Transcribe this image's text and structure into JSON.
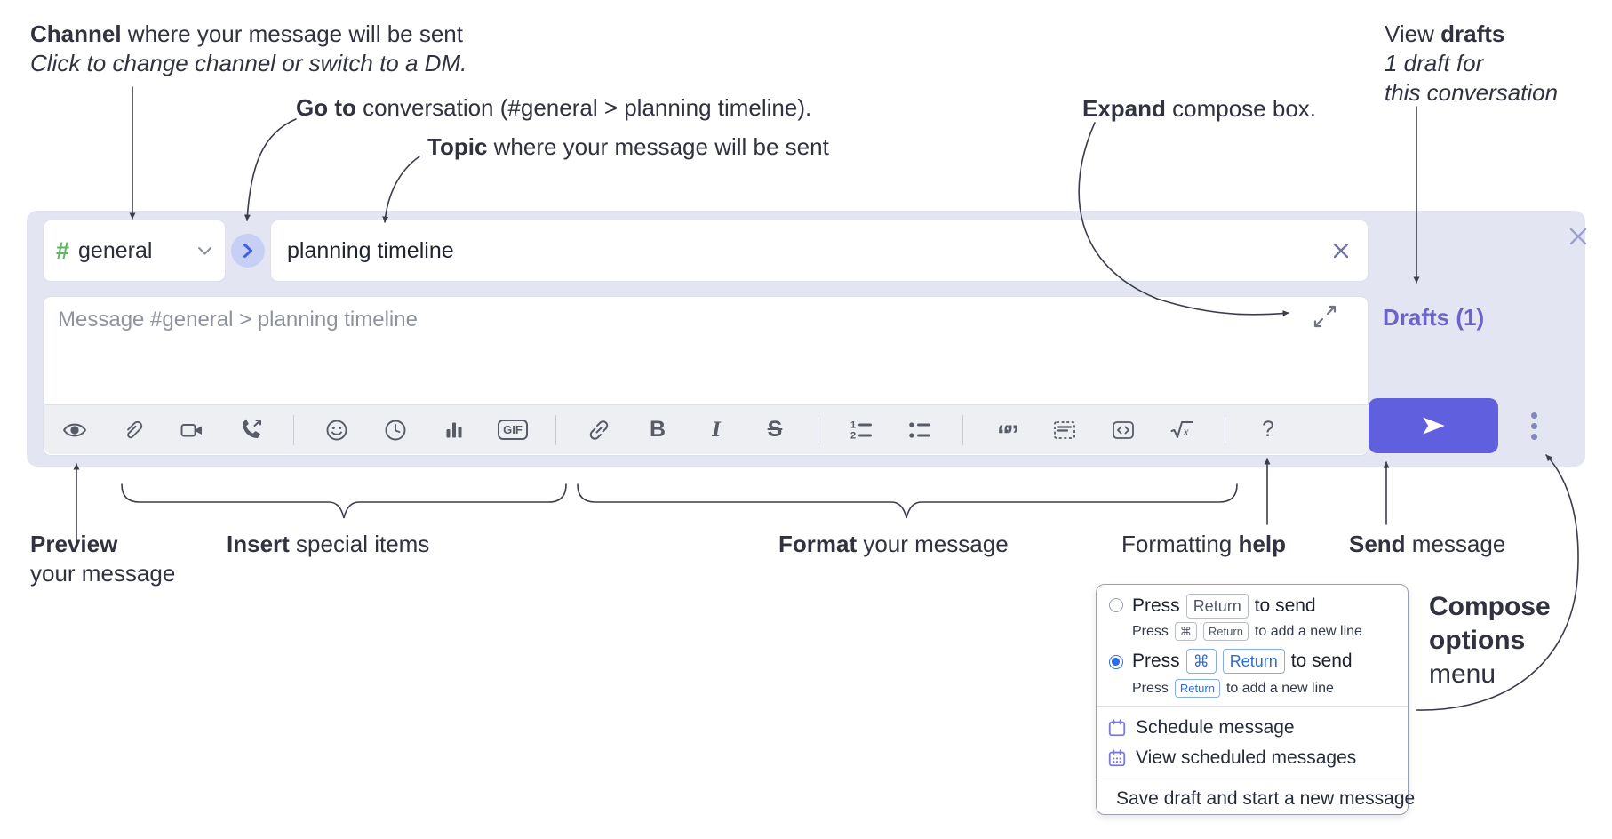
{
  "annotations": {
    "channel": {
      "bold": "Channel",
      "rest": " where your message will be sent",
      "line2": "Click to change channel or switch to a DM."
    },
    "goto": {
      "bold": "Go to",
      "rest": " conversation (#general > planning timeline)."
    },
    "topic": {
      "bold": "Topic",
      "rest": " where your message will be sent"
    },
    "expand": {
      "bold": "Expand",
      "rest": " compose box."
    },
    "view_drafts": {
      "pre": "View ",
      "bold": "drafts",
      "line2": "1 draft for",
      "line3": "this conversation"
    },
    "preview": {
      "bold": "Preview",
      "line2": "your message"
    },
    "insert": {
      "bold": "Insert",
      "rest": " special items"
    },
    "format": {
      "bold": "Format",
      "rest": " your message"
    },
    "help": {
      "pre": "Formatting ",
      "bold": "help"
    },
    "send": {
      "bold": "Send",
      "rest": " message"
    },
    "compose_options": {
      "line1": "Compose",
      "line2": "options",
      "line3": "menu"
    }
  },
  "compose": {
    "channel_hash": "#",
    "channel_name": "general",
    "topic_value": "planning timeline",
    "message_placeholder": "Message #general > planning timeline",
    "drafts_label": "Drafts (1)"
  },
  "toolbar": {
    "gif": "GIF",
    "bold": "B",
    "italic": "I",
    "strike": "S",
    "quote": "“”",
    "math_var": "x",
    "help": "?",
    "icon_names": [
      "preview-eye",
      "attach-paperclip",
      "video-call",
      "voice-call",
      "emoji",
      "time",
      "poll",
      "gif",
      "link",
      "bold",
      "italic",
      "strikethrough",
      "numbered-list",
      "bulleted-list",
      "quote",
      "spoiler",
      "code",
      "math",
      "help"
    ]
  },
  "popup": {
    "option1": {
      "line": {
        "pre": "Press",
        "key1": "Return",
        "post": "to send"
      },
      "sub": {
        "pre": "Press",
        "key1": "⌘",
        "key2": "Return",
        "post": "to add a new line"
      }
    },
    "option2": {
      "line": {
        "pre": "Press",
        "key1": "⌘",
        "key2": "Return",
        "post": "to send"
      },
      "sub": {
        "pre": "Press",
        "key1": "Return",
        "post": "to add a new line"
      }
    },
    "items": [
      {
        "label": "Schedule message"
      },
      {
        "label": "View scheduled messages"
      },
      {
        "label": "Save draft and start a new message"
      }
    ]
  },
  "colors": {
    "container_bg": "#e3e5f2",
    "send_button": "#6060df",
    "drafts_link": "#6a63c8",
    "channel_hash_green": "#5cb85f",
    "goto_circle_bg": "#c7cff5",
    "goto_chevron_blue": "#3f62de",
    "selected_radio_blue": "#2e6fe0",
    "menu_icon_purple": "#7d79d6",
    "annotation_text": "#30323f"
  }
}
